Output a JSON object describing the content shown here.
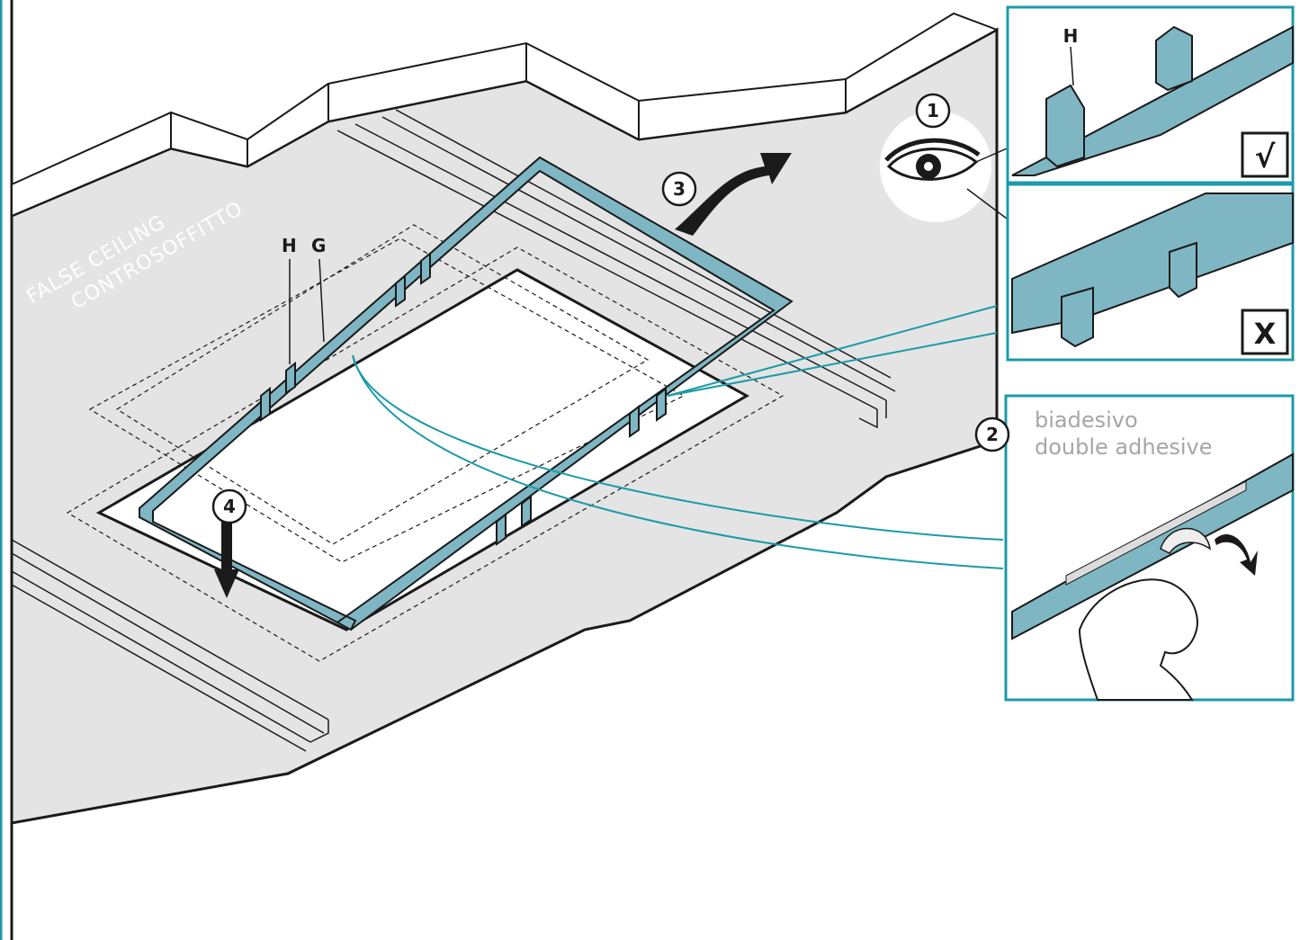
{
  "ceiling_label": {
    "line1": "FALSE CEILING",
    "line2": "CONTROSOFFITTO"
  },
  "parts": {
    "h": "H",
    "g": "G"
  },
  "steps": {
    "s1": "1",
    "s2": "2",
    "s3": "3",
    "s4": "4"
  },
  "adhesive": {
    "line1": "biadesivo",
    "line2": "double adhesive"
  },
  "detail_correct": {
    "part": "H",
    "mark": "√"
  },
  "detail_wrong": {
    "mark": "X"
  },
  "colors": {
    "frame": "#7fb6c4",
    "accent": "#1c9aa8",
    "ceiling": "#e4e4e4",
    "outline": "#1a1a1a"
  }
}
